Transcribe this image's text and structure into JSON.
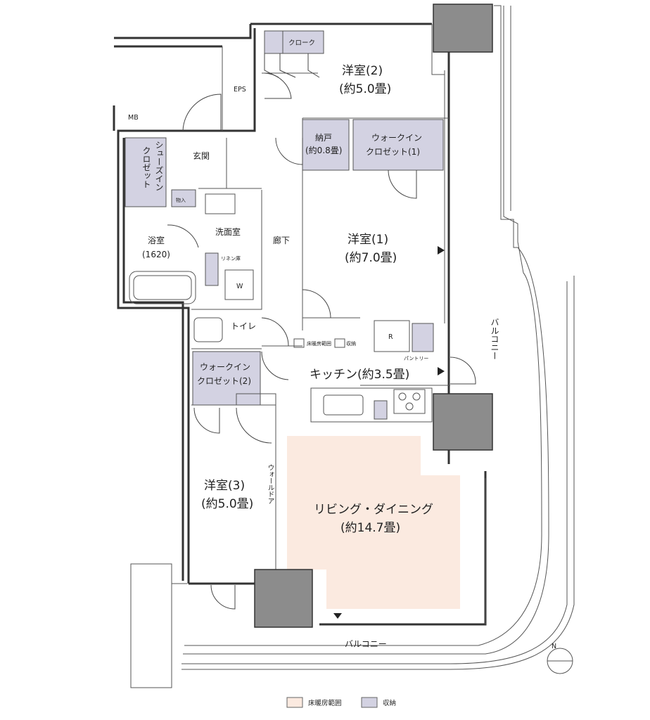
{
  "rooms": {
    "western2": {
      "name": "洋室(2)",
      "size": "(約5.0畳)"
    },
    "western1": {
      "name": "洋室(1)",
      "size": "(約7.0畳)"
    },
    "western3": {
      "name": "洋室(3)",
      "size": "(約5.0畳)"
    },
    "living": {
      "name": "リビング・ダイニング",
      "size": "(約14.7畳)"
    },
    "kitchen": {
      "label": "キッチン(約3.5畳)"
    },
    "closet_small": "クローク",
    "nando": {
      "name": "納戸",
      "size": "(約0.8畳)"
    },
    "wic1": {
      "line1": "ウォークイン",
      "line2": "クロゼット(1)"
    },
    "wic2": {
      "line1": "ウォークイン",
      "line2": "クロゼット(2)"
    },
    "shoes": {
      "line1": "シューズイン",
      "line2": "クロゼット"
    },
    "entrance": "玄関",
    "storage_in": "物入",
    "bath": {
      "name": "浴室",
      "size": "(1620)"
    },
    "washroom": "洗面室",
    "linen": "リネン庫",
    "washer": "W",
    "toilet": "トイレ",
    "hallway": "廊下",
    "fridge": "R",
    "pantry": "パントリー",
    "wall_door": "ウォールドア",
    "eps": "EPS",
    "mb": "MB"
  },
  "balcony": {
    "east": "バルコニー",
    "south": "バルコニー"
  },
  "inner_legend": {
    "heat": "床暖房範囲",
    "storage": "収納"
  },
  "legend": {
    "items": [
      {
        "label": "床暖房範囲",
        "color": "#fbeae0"
      },
      {
        "label": "収納",
        "color": "#d3d2e2"
      }
    ]
  },
  "compass": {
    "label": "N"
  }
}
